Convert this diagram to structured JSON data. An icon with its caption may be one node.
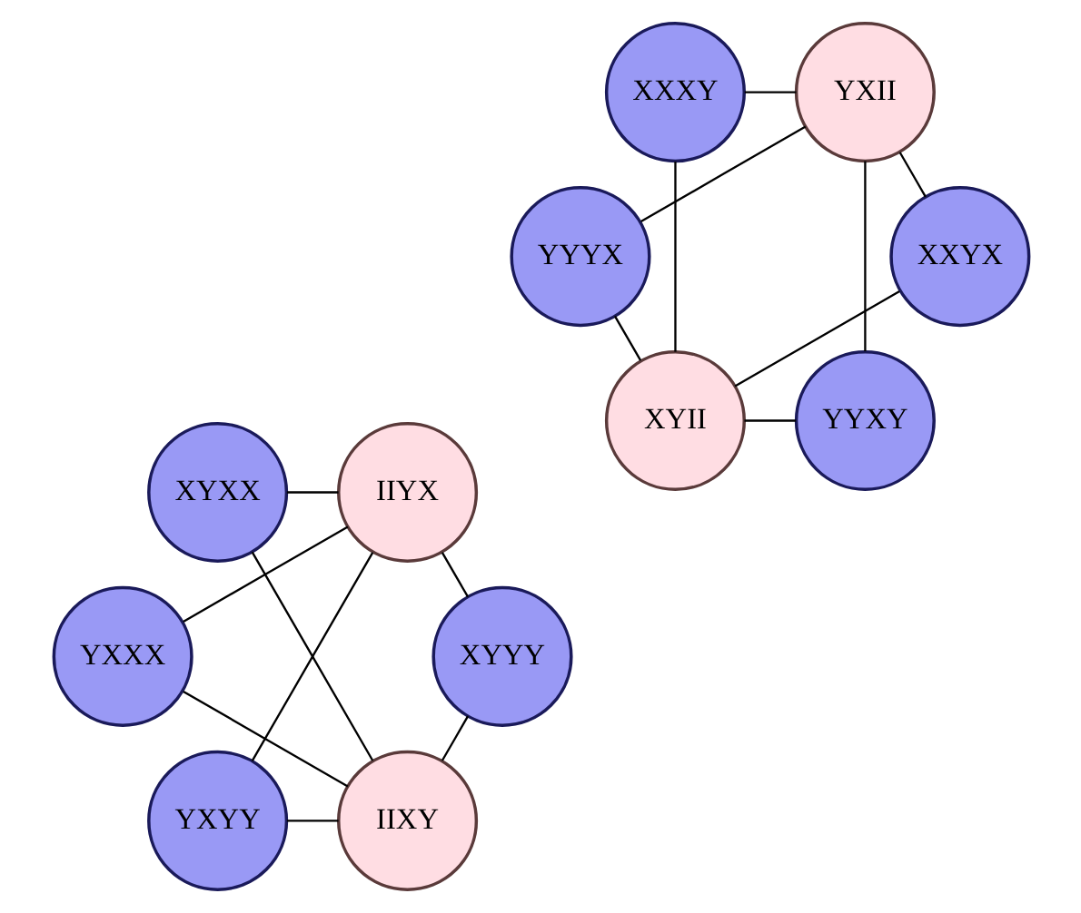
{
  "diagram": {
    "nodes": [
      {
        "text": [
          "IIXY"
        ]
      },
      {
        "text": [
          "YXYY"
        ]
      },
      {
        "text": [
          "IIYX"
        ]
      },
      {
        "text": [
          "YYXY"
        ]
      },
      {
        "text": [
          "XYII"
        ]
      },
      {
        "text": [
          "YYYX"
        ]
      },
      {
        "text": [
          "YXII"
        ]
      },
      {
        "text": [
          "XYYY"
        ]
      },
      {
        "text": [
          "XXYX"
        ]
      },
      {
        "text": [
          "YXXX"
        ]
      },
      {
        "text": [
          "XXXY"
        ]
      },
      {
        "text": [
          "XYXX"
        ]
      }
    ],
    "edges": [
      {
        "from": 0,
        "to": 1,
        "arrow": "none"
      },
      {
        "from": 0,
        "to": 7,
        "arrow": "none"
      },
      {
        "from": 0,
        "to": 9,
        "arrow": "none"
      },
      {
        "from": 0,
        "to": 11,
        "arrow": "none"
      },
      {
        "from": 2,
        "to": 1,
        "arrow": "none"
      },
      {
        "from": 2,
        "to": 7,
        "arrow": "none"
      },
      {
        "from": 2,
        "to": 9,
        "arrow": "none"
      },
      {
        "from": 2,
        "to": 11,
        "arrow": "none"
      },
      {
        "from": 4,
        "to": 3,
        "arrow": "none"
      },
      {
        "from": 4,
        "to": 5,
        "arrow": "none"
      },
      {
        "from": 4,
        "to": 10,
        "arrow": "none"
      },
      {
        "from": 4,
        "to": 8,
        "arrow": "none"
      },
      {
        "from": 6,
        "to": 3,
        "arrow": "none"
      },
      {
        "from": 6,
        "to": 5,
        "arrow": "none"
      },
      {
        "from": 6,
        "to": 10,
        "arrow": "none"
      },
      {
        "from": 6,
        "to": 8,
        "arrow": "none"
      }
    ]
  }
}
